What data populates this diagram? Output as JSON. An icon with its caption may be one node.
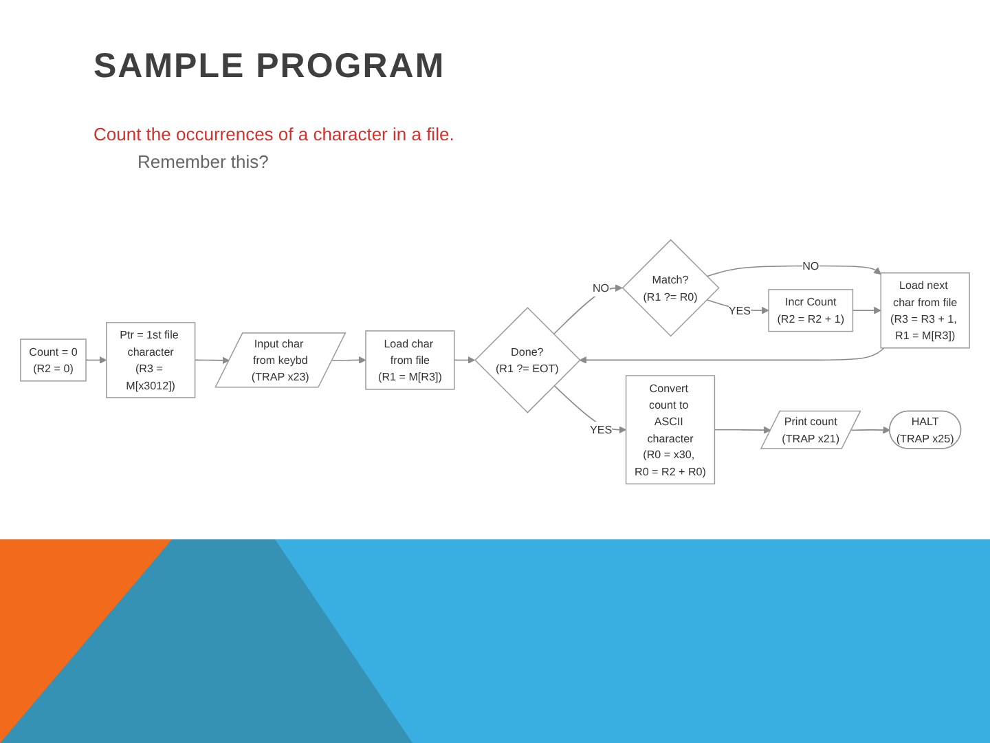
{
  "diagram": {
    "title": "SAMPLE PROGRAM",
    "nodes": [
      {
        "text": [
          "Count = 0",
          "(R2 = 0)"
        ]
      },
      {
        "text": [
          "Ptr = 1st file character",
          "(R3 = M[x3012])"
        ]
      },
      {
        "text": [
          "Input char from keybd",
          "(TRAP x23)"
        ]
      },
      {
        "text": [
          "Load char from file",
          "(R1 = M[R3])"
        ]
      },
      {
        "text": [
          "Done?",
          "(R1 ?= EOT)"
        ]
      },
      {
        "text": [
          "Match?",
          "(R1 ?= R0)"
        ]
      },
      {
        "text": [
          "Incr Count",
          "(R2 = R2 + 1)"
        ]
      },
      {
        "text": [
          "Load next char from file",
          "(R3 = R3 + 1, R1 = M[R3])"
        ]
      },
      {
        "text": [
          "Convert count to ASCII character",
          "(R0 = x30, R0 = R2 + R0)"
        ]
      },
      {
        "text": [
          "Print count",
          "(TRAP x21)"
        ]
      },
      {
        "text": [
          "HALT",
          "(TRAP x25)"
        ]
      }
    ],
    "edges": [
      {
        "from": 0,
        "to": 1,
        "arrow": "to"
      },
      {
        "from": 1,
        "to": 2,
        "arrow": "to"
      },
      {
        "from": 2,
        "to": 3,
        "arrow": "to"
      },
      {
        "from": 3,
        "to": 4,
        "arrow": "to"
      },
      {
        "from": 4,
        "to": 5,
        "arrow": "to",
        "label": "NO"
      },
      {
        "from": 4,
        "to": 8,
        "arrow": "to",
        "label": "YES"
      },
      {
        "from": 5,
        "to": 6,
        "arrow": "to",
        "label": "YES"
      },
      {
        "from": 5,
        "to": 7,
        "arrow": "to",
        "label": "NO"
      },
      {
        "from": 6,
        "to": 7,
        "arrow": "to"
      },
      {
        "from": 7,
        "to": 4,
        "arrow": "to"
      },
      {
        "from": 8,
        "to": 9,
        "arrow": "to"
      },
      {
        "from": 9,
        "to": 10,
        "arrow": "to"
      }
    ],
    "labels": [
      "Count the occurrences of a character in a file.",
      "Remember this?"
    ]
  }
}
